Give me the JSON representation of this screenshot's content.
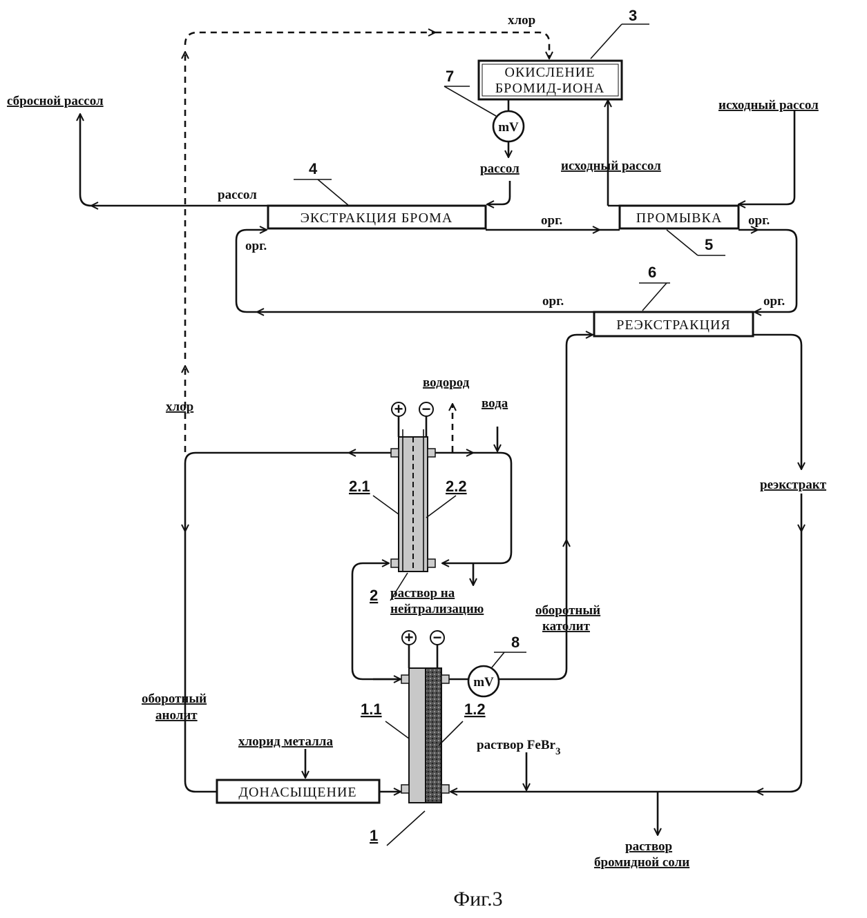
{
  "caption": "Фиг.3",
  "blocks": {
    "oxidation_line1": "ОКИСЛЕНИЕ",
    "oxidation_line2": "БРОМИД-ИОНА",
    "extraction": "ЭКСТРАКЦИЯ БРОМА",
    "washing": "ПРОМЫВКА",
    "reextraction": "РЕЭКСТРАКЦИЯ",
    "saturation": "ДОНАСЫЩЕНИЕ"
  },
  "numbers": {
    "n1": "1",
    "n1_1": "1.1",
    "n1_2": "1.2",
    "n2": "2",
    "n2_1": "2.1",
    "n2_2": "2.2",
    "n3": "3",
    "n4": "4",
    "n5": "5",
    "n6": "6",
    "n7": "7",
    "n8": "8"
  },
  "labels": {
    "chlorine_top": "хлор",
    "chlorine_left": "хлор",
    "waste_brine": "сбросной рассол",
    "source_brine_right": "исходный рассол",
    "source_brine_mid": "исходный рассол",
    "brine_from_meter": "рассол",
    "brine_left": "рассол",
    "org_extraction_out": "орг.",
    "org_washing_out": "орг.",
    "org_return": "орг.",
    "org_reextraction_in": "орг.",
    "org_extraction_in": "орг.",
    "hydrogen": "водород",
    "water": "вода",
    "neutralization_line1": "раствор на",
    "neutralization_line2": "нейтрализацию",
    "circulating_catholyte_line1": "оборотный",
    "circulating_catholyte_line2": "католит",
    "circulating_anolyte_line1": "оборотный",
    "circulating_anolyte_line2": "анолит",
    "metal_chloride": "хлорид металла",
    "febr3_solution": "раствор FeBr",
    "febr3_subscript": "3",
    "reextract": "реэкстракт",
    "bromide_line1": "раствор",
    "bromide_line2": "бромидной соли",
    "meter_unit_7": "mV",
    "meter_unit_8": "mV",
    "plus": "+",
    "minus": "−"
  }
}
